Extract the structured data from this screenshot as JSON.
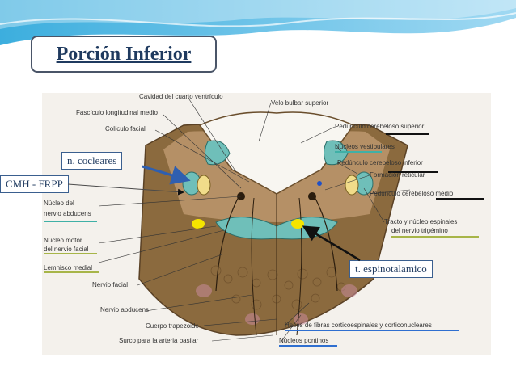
{
  "slide": {
    "title": "Porción Inferior",
    "callouts": {
      "cocleares": "n. cocleares",
      "cmh": "CMH - FRPP",
      "espinotalamico": "t. espinotalamico"
    }
  },
  "figure": {
    "labels": {
      "cavidad": "Cavidad del cuarto ventrículo",
      "fasciculo": "Fascículo longitudinal medio",
      "coliculo": "Colículo facial",
      "velo": "Velo bulbar superior",
      "ped_sup": "Pedúnculo cerebeloso superior",
      "nuc_vest": "Núcleos vestibulares",
      "ped_inf": "Pedúnculo cerebeloso inferior",
      "form_ret": "Formación reticular",
      "ped_med": "Pedúnculo cerebeloso medio",
      "abducens_1": "Núcleo del",
      "abducens_2": "nervio abducens",
      "tracto_1": "Tracto y núcleo espinales",
      "tracto_2": "del nervio trigémino",
      "motor_1": "Núcleo motor",
      "motor_2": "del nervio facial",
      "lemnisco": "Lemnisco medial",
      "nervio_facial": "Nervio facial",
      "nervio_abducens": "Nervio abducens",
      "trapezoide": "Cuerpo trapezoide",
      "surco": "Surco para la arteria basilar",
      "haces": "Haces de fibras corticoespinales y corticonucleares",
      "pontinos": "Núcleos pontinos"
    }
  },
  "colors": {
    "title": "#1f3a5f",
    "underline_black": "#111111",
    "underline_teal": "#3fb0a6",
    "underline_olive": "#a7b548",
    "underline_blue": "#2f6fd0",
    "marker_yellow": "#f5e400",
    "marker_blue": "#1e50c8"
  }
}
